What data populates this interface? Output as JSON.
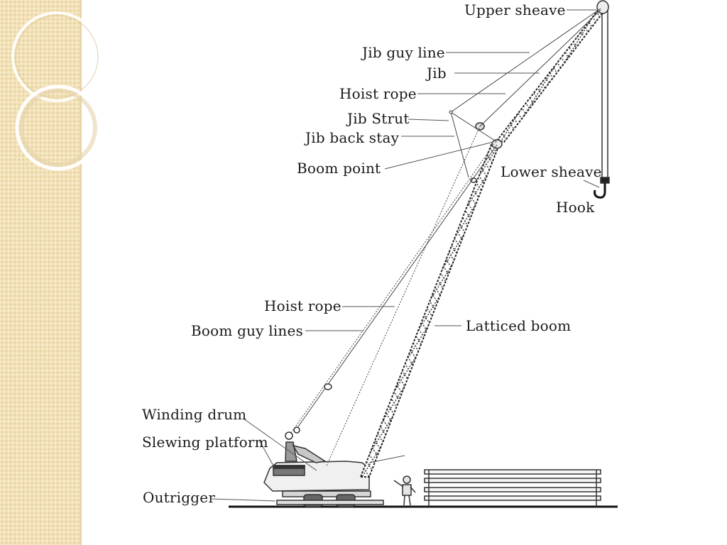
{
  "labels": {
    "upper_sheave": "Upper sheave",
    "jib_guy_line": "Jib guy line",
    "jib": "Jib",
    "hoist_rope_top": "Hoist rope",
    "jib_strut": "Jib Strut",
    "jib_back_stay": "Jib back stay",
    "boom_point": "Boom point",
    "lower_sheave": "Lower sheave",
    "hook": "Hook",
    "hoist_rope_bottom": "Hoist rope",
    "boom_guy_lines": "Boom guy lines",
    "latticed_boom": "Latticed boom",
    "winding_drum": "Winding drum",
    "slewing_platform": "Slewing platform",
    "outrigger": "Outrigger"
  },
  "colors": {
    "panel": "#f3e2b8",
    "line": "#1a1a1a",
    "text": "#1a1a1a"
  }
}
